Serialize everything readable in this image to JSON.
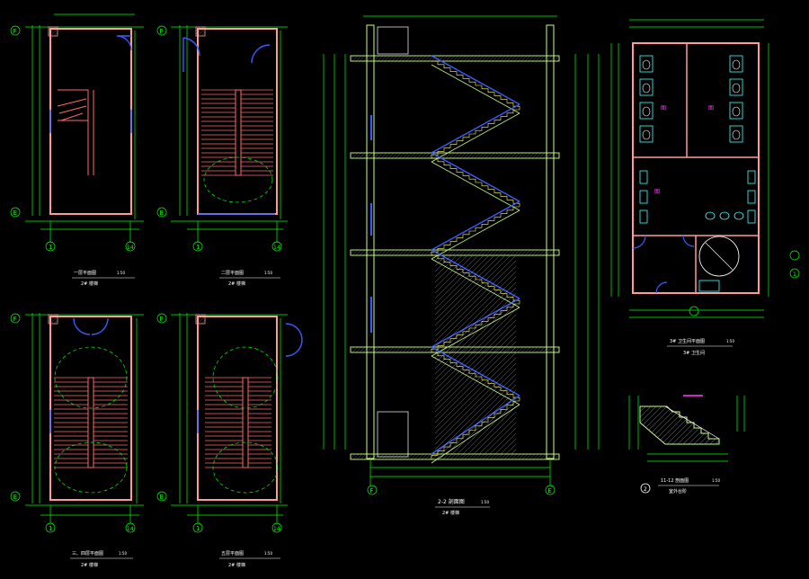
{
  "colors": {
    "background": "#000000",
    "dimension": "#00ff00",
    "wall": "#ff9a9a",
    "stair": "#ff7777",
    "window": "#3a5cff",
    "door": "#3a5cff",
    "section": "#c8ff80",
    "text": "#ffffff",
    "magenta": "#ff3cff",
    "cyan": "#40ffff",
    "yellow": "#ffff66"
  },
  "grid_labels": {
    "top_left": "F",
    "bottom_left": "E",
    "bottom_axis_a": "1",
    "bottom_axis_b": "14",
    "section_left": "F",
    "section_right": "E",
    "restroom_right": "1"
  },
  "plans": [
    {
      "title": "一层平面图",
      "scale": "1:50",
      "subtitle": "2# 楼梯"
    },
    {
      "title": "二层平面图",
      "scale": "1:50",
      "subtitle": "2# 楼梯"
    },
    {
      "title": "三、四层平面图",
      "scale": "1:50",
      "subtitle": "2# 楼梯"
    },
    {
      "title": "五层平面图",
      "scale": "1:50",
      "subtitle": "2# 楼梯"
    }
  ],
  "section": {
    "title": "2-2 剖面图",
    "scale": "1:50",
    "subtitle": "2# 楼梯"
  },
  "restroom": {
    "title": "3# 卫生间平面图",
    "scale": "1:50",
    "subtitle": "3# 卫生间"
  },
  "detail": {
    "number": "2",
    "title": "11-12 剖面图",
    "scale": "1:50",
    "subtitle": "室外台阶"
  }
}
